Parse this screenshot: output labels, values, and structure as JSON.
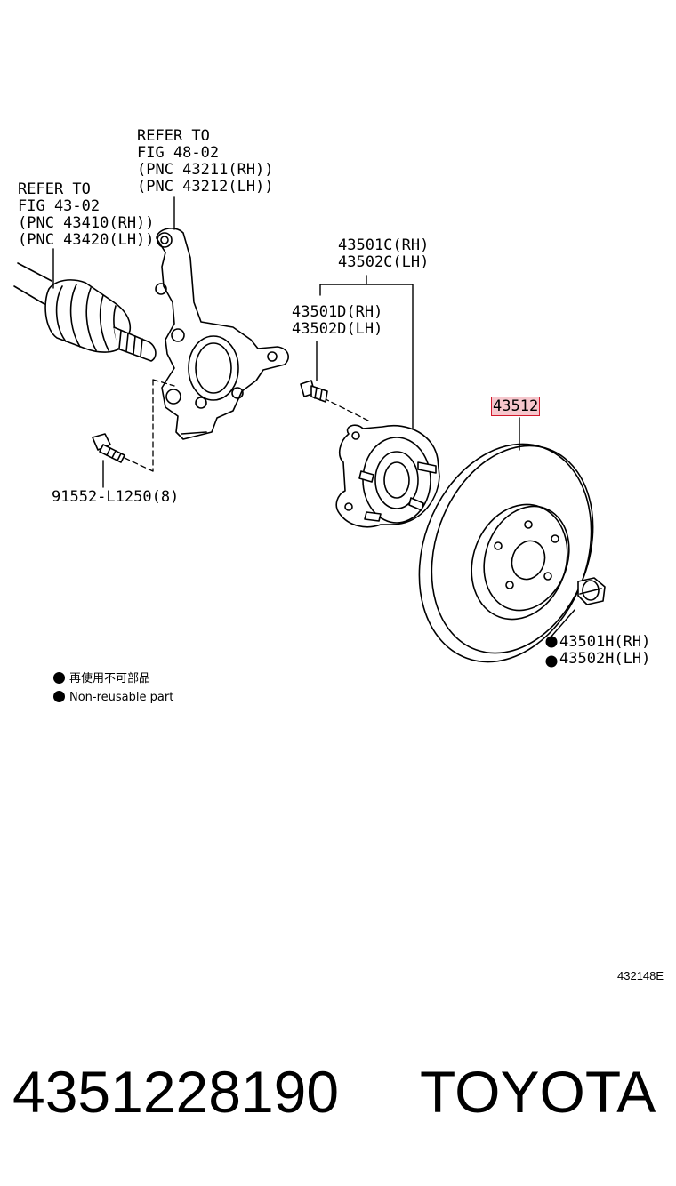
{
  "labels": {
    "knuckle_ref": [
      "REFER TO",
      "FIG 48-02",
      "(PNC 43211(RH))",
      "(PNC 43212(LH))"
    ],
    "shaft_ref": [
      "REFER TO",
      "FIG 43-02",
      "(PNC 43410(RH))",
      "(PNC 43420(LH))"
    ],
    "hub_assy": [
      "43501C(RH)",
      "43502C(LH)"
    ],
    "hub_bolt": [
      "43501D(RH)",
      "43502D(LH)"
    ],
    "disc": "43512",
    "nut": [
      "43501H(RH)",
      "43502H(LH)"
    ],
    "bolt": "91552-L1250(8)"
  },
  "legend": {
    "jp": "再使用不可部品",
    "en": "Non-reusable part"
  },
  "figure_ref": "432148E",
  "part_number": "4351228190",
  "brand": "TOYOTA",
  "colors": {
    "highlight_fill": "#f6c6cc",
    "highlight_border": "#d2182b"
  }
}
